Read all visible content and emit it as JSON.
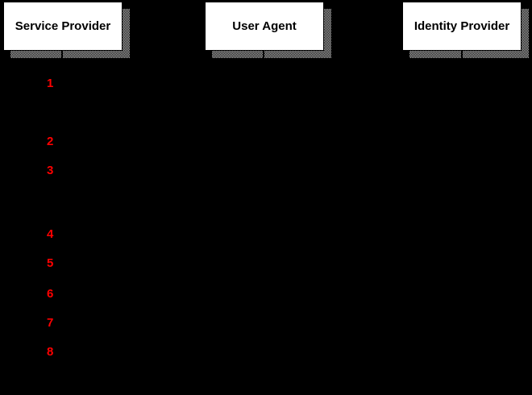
{
  "diagram": {
    "actors": [
      {
        "label": "Service Provider"
      },
      {
        "label": "User Agent"
      },
      {
        "label": "Identity Provider"
      }
    ],
    "steps": [
      "1",
      "2",
      "3",
      "4",
      "5",
      "6",
      "7",
      "8"
    ]
  },
  "colors": {
    "canvas_bg": "#000000",
    "box_bg": "#ffffff",
    "box_text": "#000000",
    "box_border": "#000000",
    "shadow_gray": "#bfbfbf",
    "lifeline": "#000000",
    "step_number": "#ff0000"
  }
}
